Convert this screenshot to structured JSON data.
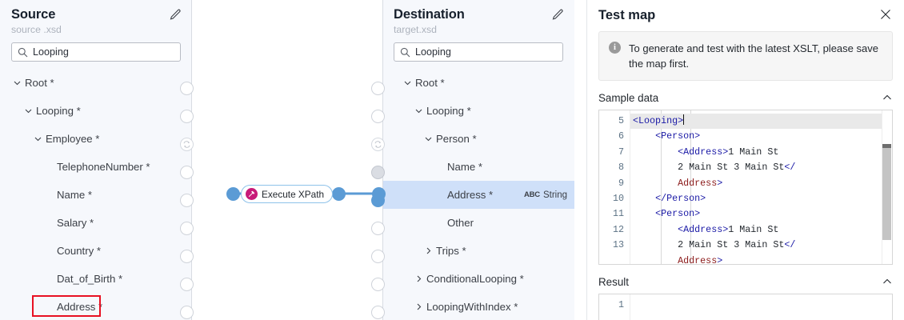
{
  "source_panel": {
    "title": "Source",
    "subtitle": "source .xsd",
    "edit_icon": "pencil-icon",
    "search": {
      "value": "Looping",
      "placeholder": "Search",
      "icon": "search-icon"
    },
    "tree": [
      {
        "label": "Root *",
        "indent": 0,
        "chevron": "down",
        "node": "circle"
      },
      {
        "label": "Looping *",
        "indent": 1,
        "chevron": "down",
        "node": "circle"
      },
      {
        "label": "Employee *",
        "indent": 2,
        "chevron": "down",
        "node": "loop"
      },
      {
        "label": "TelephoneNumber *",
        "indent": 3,
        "chevron": "none",
        "node": "circle"
      },
      {
        "label": "Name *",
        "indent": 3,
        "chevron": "none",
        "node": "circle"
      },
      {
        "label": "Salary *",
        "indent": 3,
        "chevron": "none",
        "node": "circle"
      },
      {
        "label": "Country *",
        "indent": 3,
        "chevron": "none",
        "node": "circle"
      },
      {
        "label": "Dat_of_Birth *",
        "indent": 3,
        "chevron": "none",
        "node": "circle"
      },
      {
        "label": "Address *",
        "indent": 3,
        "chevron": "none",
        "node": "circle",
        "annotated": true
      }
    ]
  },
  "destination_panel": {
    "title": "Destination",
    "subtitle": "target.xsd",
    "edit_icon": "pencil-icon",
    "search": {
      "value": "Looping",
      "placeholder": "Search",
      "icon": "search-icon"
    },
    "tree": [
      {
        "label": "Root *",
        "indent": 0,
        "chevron": "down",
        "node": "circle"
      },
      {
        "label": "Looping *",
        "indent": 1,
        "chevron": "down",
        "node": "circle"
      },
      {
        "label": "Person *",
        "indent": 2,
        "chevron": "down",
        "node": "loop"
      },
      {
        "label": "Name *",
        "indent": 3,
        "chevron": "none",
        "node": "grey"
      },
      {
        "label": "Address *",
        "indent": 3,
        "chevron": "none",
        "node": "blue",
        "selected": true,
        "type_badge": {
          "abc": "ABC",
          "type": "String"
        }
      },
      {
        "label": "Other",
        "indent": 3,
        "chevron": "none",
        "node": "circle"
      },
      {
        "label": "Trips *",
        "indent": 2,
        "chevron": "right",
        "node": "circle"
      },
      {
        "label": "ConditionalLooping *",
        "indent": 1,
        "chevron": "right",
        "node": "circle"
      },
      {
        "label": "LoopingWithIndex *",
        "indent": 1,
        "chevron": "right",
        "node": "circle"
      }
    ]
  },
  "canvas": {
    "function_node": {
      "label": "Execute XPath",
      "icon": "xpath-function-icon",
      "icon_color": "#c81a79"
    },
    "connection_color": "#5b9bd5"
  },
  "test_map": {
    "title": "Test map",
    "close_icon": "close-icon",
    "info": {
      "icon": "info-icon",
      "text": "To generate and test with the latest XSLT, please save the map first."
    },
    "sections": [
      {
        "label": "Sample data",
        "collapse_icon": "chevron-up-icon"
      },
      {
        "label": "Result",
        "collapse_icon": "chevron-up-icon"
      }
    ],
    "sample_editor": {
      "lines": [
        {
          "no": "5",
          "segments": [
            {
              "t": "<Looping>",
              "c": "tag"
            }
          ],
          "selected": true,
          "caret": true
        },
        {
          "no": "6",
          "segments": [
            {
              "t": "    ",
              "c": "txt"
            },
            {
              "t": "<Person>",
              "c": "tag"
            }
          ]
        },
        {
          "no": "7",
          "segments": [
            {
              "t": "        ",
              "c": "txt"
            },
            {
              "t": "<Address>",
              "c": "tag"
            },
            {
              "t": "1 Main St",
              "c": "txt"
            }
          ]
        },
        {
          "no": "8",
          "segments": [
            {
              "t": "        2 Main St 3 Main St",
              "c": "txt"
            },
            {
              "t": "</",
              "c": "tag"
            }
          ]
        },
        {
          "no": "",
          "segments": [
            {
              "t": "        ",
              "c": "txt"
            },
            {
              "t": "Address",
              "c": "tagname"
            },
            {
              "t": ">",
              "c": "tag"
            }
          ]
        },
        {
          "no": "9",
          "segments": [
            {
              "t": "    ",
              "c": "txt"
            },
            {
              "t": "</Person>",
              "c": "tag"
            }
          ]
        },
        {
          "no": "10",
          "segments": [
            {
              "t": "    ",
              "c": "txt"
            },
            {
              "t": "<Person>",
              "c": "tag"
            }
          ]
        },
        {
          "no": "11",
          "segments": [
            {
              "t": "        ",
              "c": "txt"
            },
            {
              "t": "<Address>",
              "c": "tag"
            },
            {
              "t": "1 Main St",
              "c": "txt"
            }
          ]
        },
        {
          "no": "12",
          "segments": [
            {
              "t": "        2 Main St 3 Main St",
              "c": "txt"
            },
            {
              "t": "</",
              "c": "tag"
            }
          ]
        },
        {
          "no": "",
          "segments": [
            {
              "t": "        ",
              "c": "txt"
            },
            {
              "t": "Address",
              "c": "tagname"
            },
            {
              "t": ">",
              "c": "tag"
            }
          ]
        },
        {
          "no": "13",
          "segments": [
            {
              "t": "",
              "c": "txt"
            }
          ]
        }
      ]
    },
    "result_editor": {
      "lines": [
        {
          "no": "1",
          "text": ""
        }
      ]
    }
  }
}
